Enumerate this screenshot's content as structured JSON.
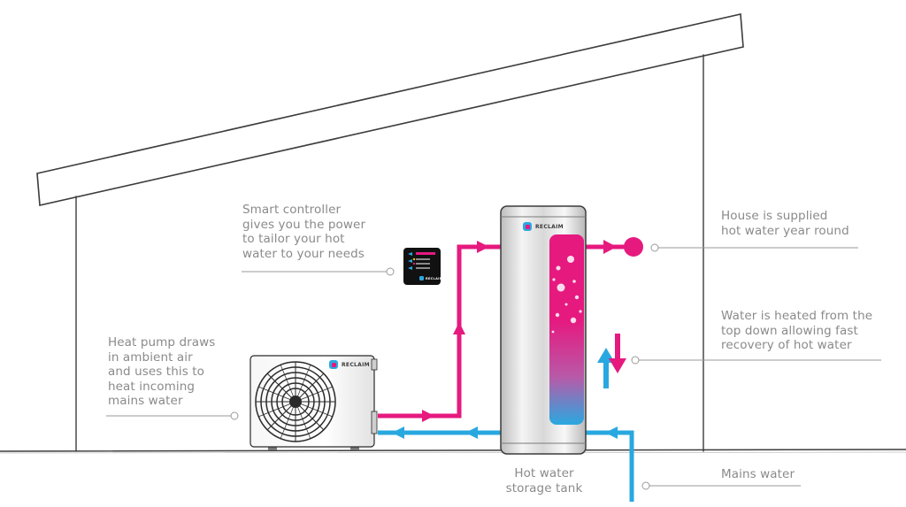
{
  "labels": {
    "controller": "Smart controller\ngives you the power\nto tailor your hot\nwater to your needs",
    "heat_pump": "Heat pump draws\nin ambient air\nand uses this to\nheat incoming\nmains water",
    "house_supply": "House is supplied\nhot water year round",
    "heating": "Water is heated from the\ntop down allowing fast\nrecovery of hot water",
    "tank": "Hot water\nstorage tank",
    "mains": "Mains water"
  },
  "brand": {
    "name": "RECLAIM"
  },
  "colors": {
    "hot": "#e6197f",
    "cold": "#29a8e0",
    "outline": "#3c3c3c",
    "label": "#8a8a8a",
    "leader": "#9a9a9a"
  }
}
